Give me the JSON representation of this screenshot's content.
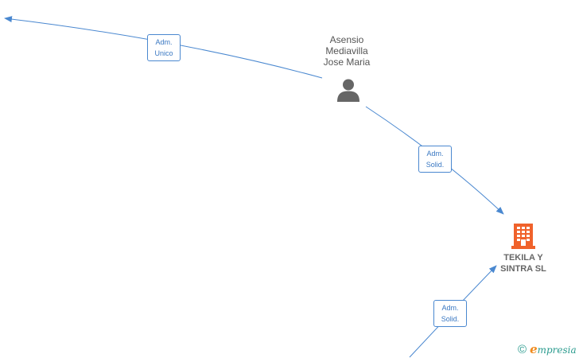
{
  "nodes": {
    "person": {
      "name_lines": [
        "Asensio",
        "Mediavilla",
        "Jose Maria"
      ],
      "icon": "person-icon",
      "color": "#666666"
    },
    "company": {
      "name_lines": [
        "TEKILA Y",
        "SINTRA  SL"
      ],
      "icon": "building-icon",
      "color": "#f0622b"
    }
  },
  "edges": [
    {
      "id": "e1",
      "label_lines": [
        "Adm.",
        "Unico"
      ],
      "from": "person",
      "to": "offscreen-top-left"
    },
    {
      "id": "e2",
      "label_lines": [
        "Adm.",
        "Solid."
      ],
      "from": "person",
      "to": "company"
    },
    {
      "id": "e3",
      "label_lines": [
        "Adm.",
        "Solid."
      ],
      "from": "offscreen-bottom",
      "to": "company"
    }
  ],
  "colors": {
    "edge": "#4a88d0",
    "label_text": "#3a78c2"
  },
  "branding": {
    "copyright": "©",
    "name_initial": "e",
    "name_rest": "mpresia",
    "icon": "copyright-icon",
    "color": "#2a9b8e",
    "accent": "#f08a1c"
  }
}
